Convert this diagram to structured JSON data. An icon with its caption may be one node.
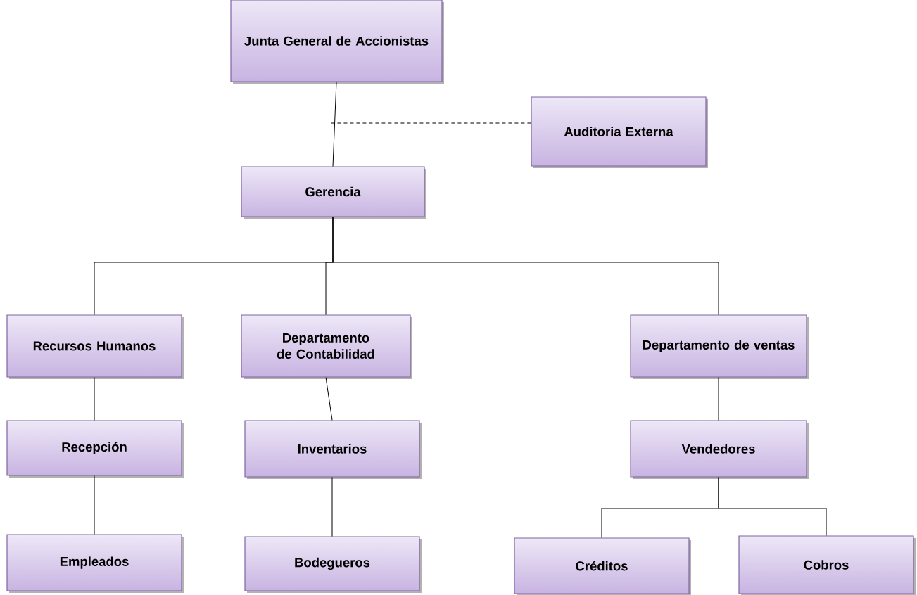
{
  "diagram": {
    "nodes": [
      {
        "text": [
          "Junta General de Accionistas"
        ]
      },
      {
        "text": [
          "Auditoria Externa"
        ]
      },
      {
        "text": [
          "Gerencia"
        ]
      },
      {
        "text": [
          "Recursos Humanos"
        ]
      },
      {
        "text": [
          "Departamento de Contabilidad"
        ]
      },
      {
        "text": [
          "Departamento de ventas"
        ]
      },
      {
        "text": [
          "Recepción"
        ]
      },
      {
        "text": [
          "Inventarios"
        ]
      },
      {
        "text": [
          "Vendedores"
        ]
      },
      {
        "text": [
          "Empleados"
        ]
      },
      {
        "text": [
          "Bodegueros"
        ]
      },
      {
        "text": [
          "Créditos"
        ]
      },
      {
        "text": [
          "Cobros"
        ]
      }
    ],
    "edges": [
      {
        "from": 0,
        "to": 2,
        "arrow": "none"
      },
      {
        "from": 1,
        "to": null,
        "arrow": "none",
        "style": "dashed"
      },
      {
        "from": 2,
        "to": 3,
        "arrow": "none"
      },
      {
        "from": 2,
        "to": 4,
        "arrow": "none"
      },
      {
        "from": 2,
        "to": 5,
        "arrow": "none"
      },
      {
        "from": 3,
        "to": 6,
        "arrow": "none"
      },
      {
        "from": 6,
        "to": 9,
        "arrow": "none"
      },
      {
        "from": 4,
        "to": 7,
        "arrow": "none"
      },
      {
        "from": 7,
        "to": 10,
        "arrow": "none"
      },
      {
        "from": 5,
        "to": 8,
        "arrow": "none"
      },
      {
        "from": 8,
        "to": 11,
        "arrow": "none"
      },
      {
        "from": 8,
        "to": 12,
        "arrow": "none"
      }
    ]
  }
}
